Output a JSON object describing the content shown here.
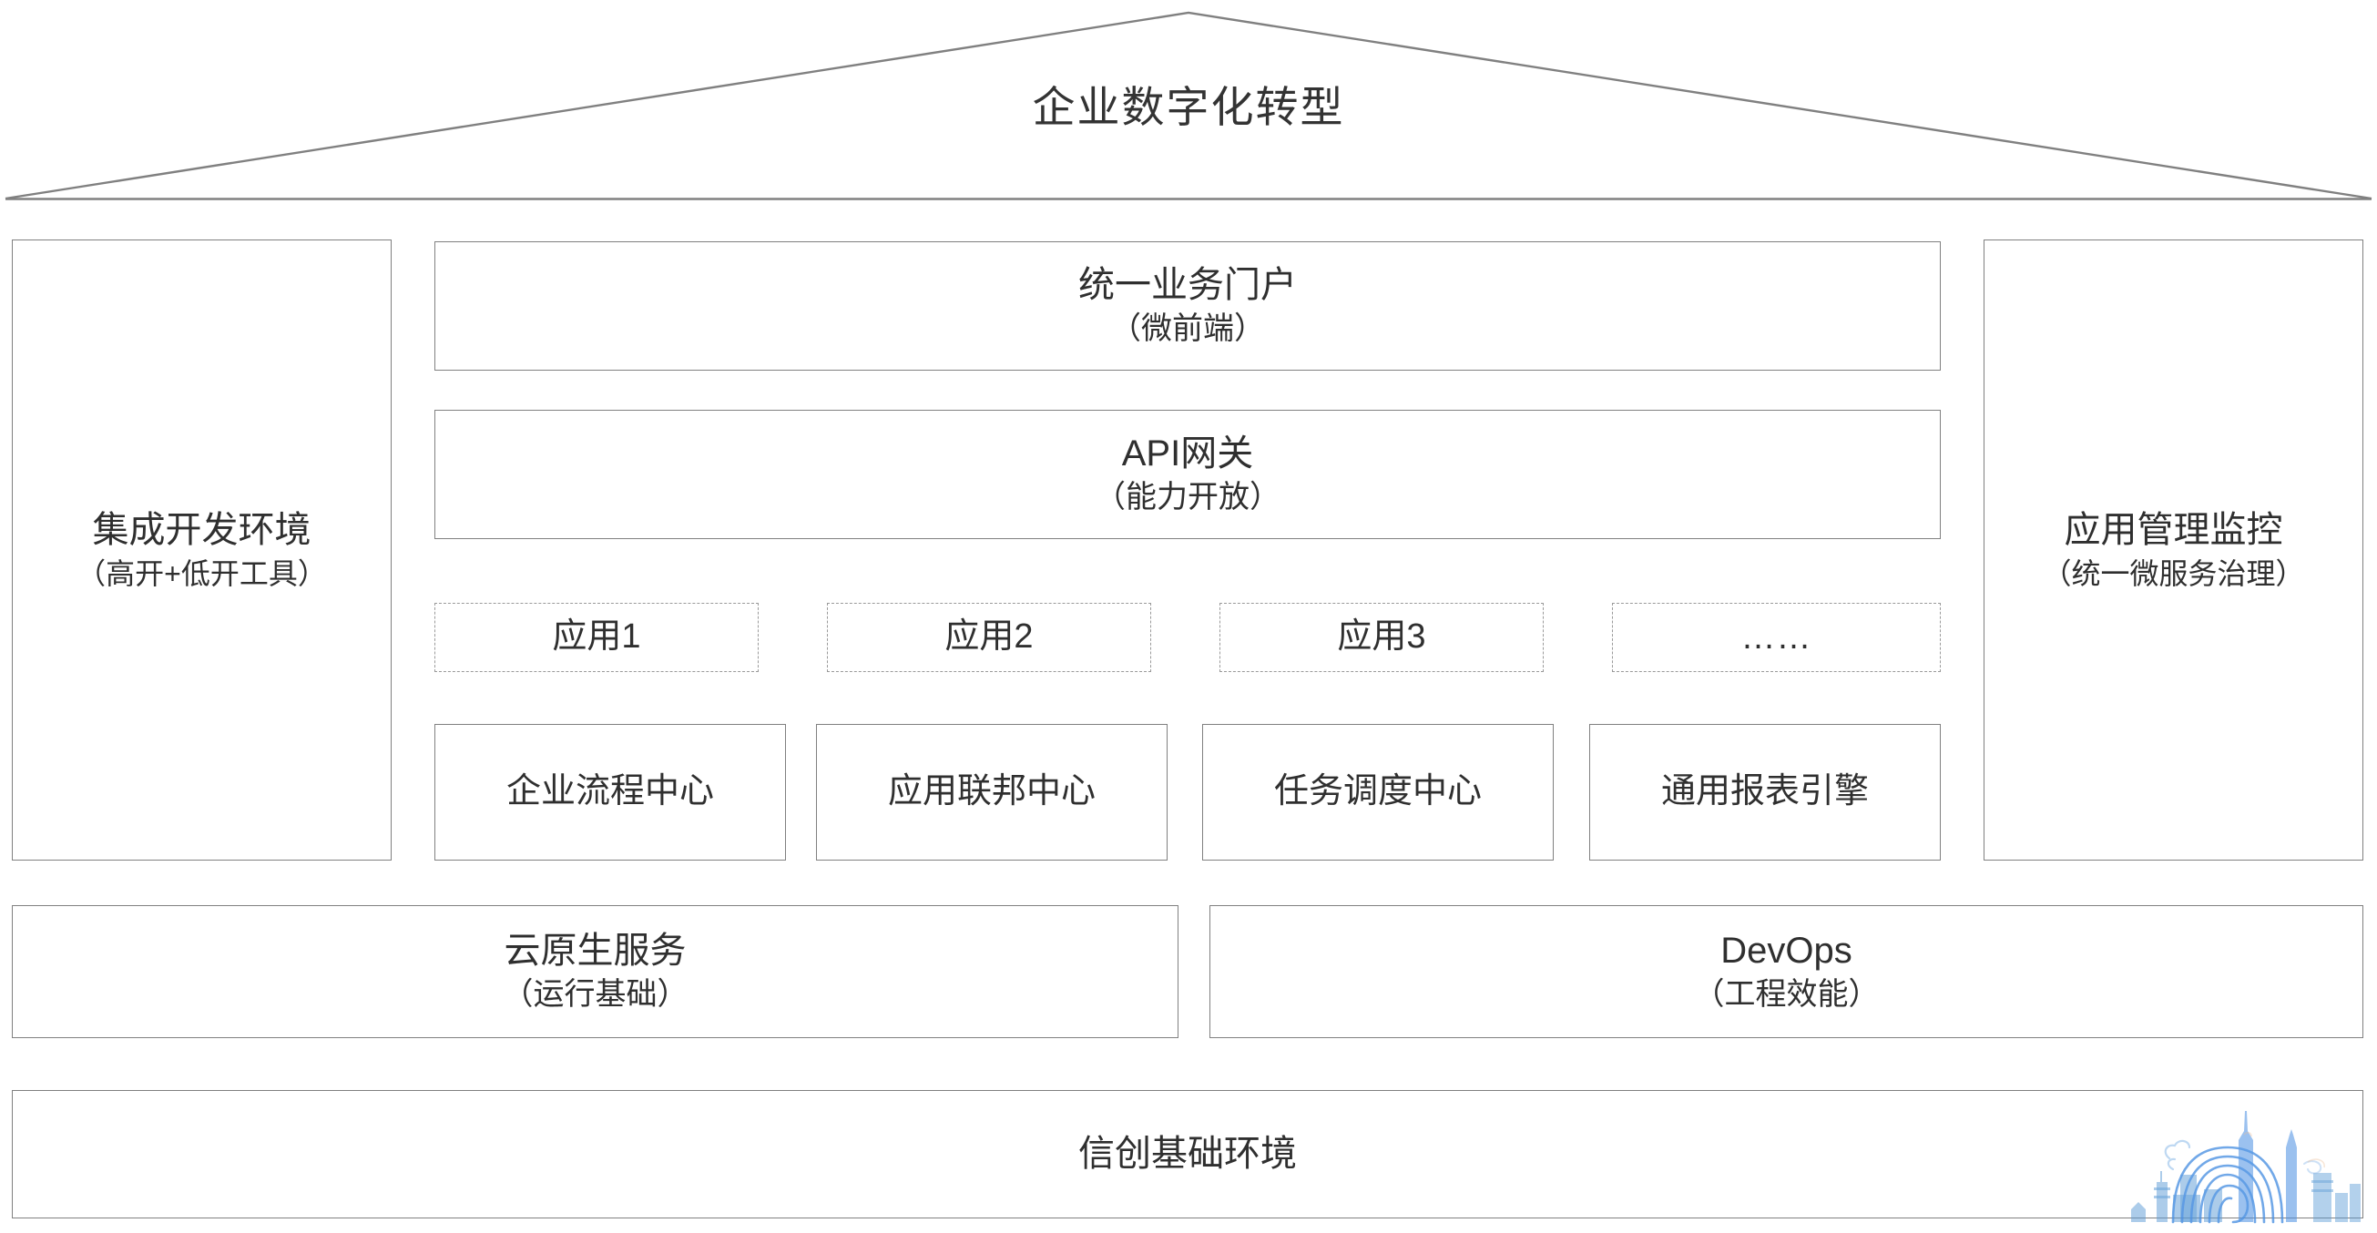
{
  "diagram": {
    "title": "企业数字化转型",
    "roof": {
      "shape": "pediment-triangle",
      "line_color": "#808080"
    },
    "left_panel": {
      "title": "集成开发环境",
      "subtitle": "（高开+低开工具）"
    },
    "right_panel": {
      "title": "应用管理监控",
      "subtitle": "（统一微服务治理）"
    },
    "portal": {
      "title": "统一业务门户",
      "subtitle": "（微前端）"
    },
    "gateway": {
      "title": "API网关",
      "subtitle": "（能力开放）"
    },
    "applications": [
      {
        "label": "应用1"
      },
      {
        "label": "应用2"
      },
      {
        "label": "应用3"
      },
      {
        "label": "……"
      }
    ],
    "capability_centers": [
      {
        "label": "企业流程中心"
      },
      {
        "label": "应用联邦中心"
      },
      {
        "label": "任务调度中心"
      },
      {
        "label": "通用报表引擎"
      }
    ],
    "platform_layer": [
      {
        "title": "云原生服务",
        "subtitle": "（运行基础）"
      },
      {
        "title": "DevOps",
        "subtitle": "（工程效能）"
      }
    ],
    "foundation": {
      "title": "信创基础环境"
    },
    "watermark": {
      "name": "city-skyline-fingerprint-watermark",
      "color": "#4a90e2"
    },
    "colors": {
      "border": "#808080",
      "dashed_border": "#9a9a9a",
      "text": "#2f2f2f",
      "title_text": "#333333",
      "background": "#ffffff",
      "watermark_blue": "#4a90e2"
    }
  }
}
